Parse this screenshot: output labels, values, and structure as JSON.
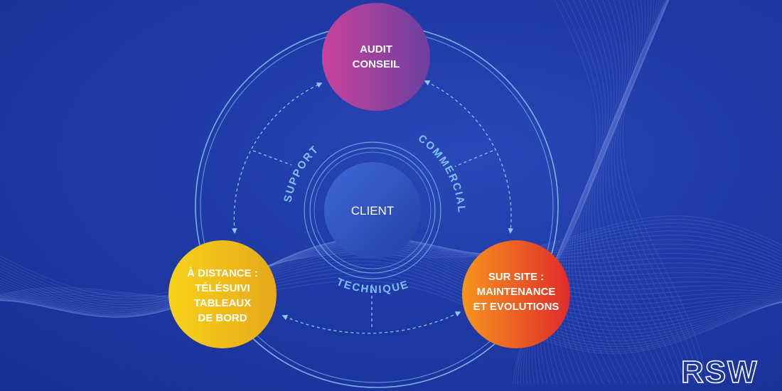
{
  "nodes": {
    "top": {
      "lines": [
        "AUDIT",
        "CONSEIL"
      ]
    },
    "left": {
      "lines": [
        "À DISTANCE :",
        "TÉLÉSUIVI",
        "TABLEAUX",
        "DE BORD"
      ]
    },
    "right": {
      "lines": [
        "SUR SITE :",
        "MAINTENANCE",
        "ET EVOLUTIONS"
      ]
    }
  },
  "center": {
    "label": "CLIENT"
  },
  "arcs": {
    "support": "SUPPORT",
    "commercial": "COMMERCIAL",
    "technique": "TECHNIQUE"
  },
  "brand": {
    "logo": "RSW"
  },
  "colors": {
    "background": "#1f3aa6",
    "ring": "#8cc7f2",
    "arc_text": "#7cc0f5",
    "top_node": [
      "#c8439c",
      "#6b3fa0"
    ],
    "left_node": [
      "#f7d21a",
      "#e6a81a"
    ],
    "right_node": [
      "#f7951e",
      "#e02a2a"
    ],
    "center_node": [
      "#3a62d2",
      "#243fa8"
    ]
  }
}
